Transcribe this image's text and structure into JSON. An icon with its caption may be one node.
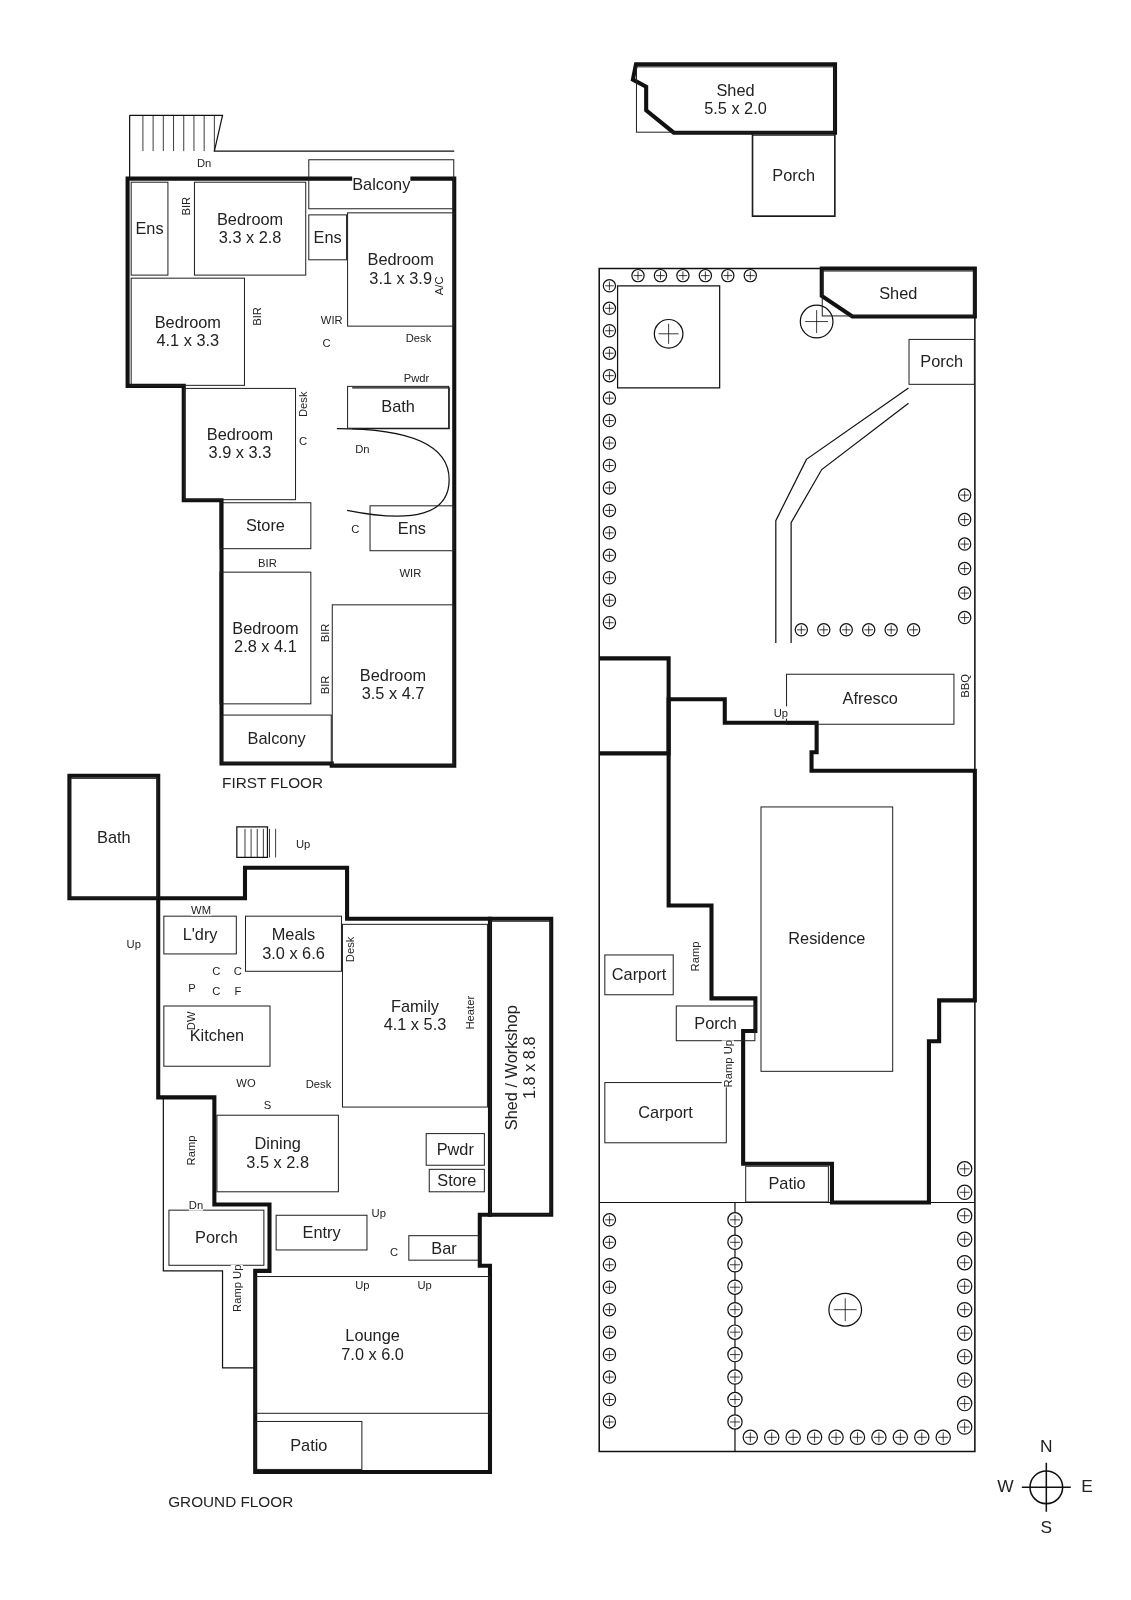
{
  "diagram": {
    "nodes": [
      {
        "text": [
          "Balcony"
        ]
      },
      {
        "text": [
          "Bedroom",
          "3.3 x 2.8"
        ]
      },
      {
        "text": [
          "Ens"
        ]
      },
      {
        "text": [
          "Ens"
        ]
      },
      {
        "text": [
          "Bedroom",
          "3.1 x 3.9"
        ]
      },
      {
        "text": [
          "Bedroom",
          "4.1 x 3.3"
        ]
      },
      {
        "text": [
          "Bath"
        ]
      },
      {
        "text": [
          "Bedroom",
          "3.9 x 3.3"
        ]
      },
      {
        "text": [
          "Ens"
        ]
      },
      {
        "text": [
          "Store"
        ]
      },
      {
        "text": [
          "Bedroom",
          "2.8 x 4.1"
        ]
      },
      {
        "text": [
          "Bedroom",
          "3.5 x 4.7"
        ]
      },
      {
        "text": [
          "Balcony"
        ]
      },
      {
        "text": [
          "Bath"
        ]
      },
      {
        "text": [
          "L'dry"
        ]
      },
      {
        "text": [
          "Meals",
          "3.0 x 6.6"
        ]
      },
      {
        "text": [
          "Family",
          "4.1 x 5.3"
        ]
      },
      {
        "text": [
          "Kitchen"
        ]
      },
      {
        "text": [
          "Dining",
          "3.5 x 2.8"
        ]
      },
      {
        "text": [
          "Pwdr"
        ]
      },
      {
        "text": [
          "Store"
        ]
      },
      {
        "text": [
          "Shed / Workshop",
          "1.8 x 8.8"
        ]
      },
      {
        "text": [
          "Porch"
        ]
      },
      {
        "text": [
          "Entry"
        ]
      },
      {
        "text": [
          "Bar"
        ]
      },
      {
        "text": [
          "Lounge",
          "7.0 x 6.0"
        ]
      },
      {
        "text": [
          "Patio"
        ]
      },
      {
        "text": [
          "Shed",
          "5.5 x 2.0"
        ]
      },
      {
        "text": [
          "Porch"
        ]
      },
      {
        "text": [
          "Shed"
        ]
      },
      {
        "text": [
          "Porch"
        ]
      },
      {
        "text": [
          "Afresco"
        ]
      },
      {
        "text": [
          "Residence"
        ]
      },
      {
        "text": [
          "Carport"
        ]
      },
      {
        "text": [
          "Porch"
        ]
      },
      {
        "text": [
          "Carport"
        ]
      },
      {
        "text": [
          "Patio"
        ]
      }
    ],
    "labels": [
      "Dn",
      "BIR",
      "BIR",
      "WIR",
      "C",
      "A/C",
      "Desk",
      "Pwdr",
      "Desk",
      "C",
      "Dn",
      "C",
      "WIR",
      "BIR",
      "BIR",
      "BIR",
      "FIRST FLOOR",
      "Up",
      "WM",
      "Up",
      "Desk",
      "C",
      "C",
      "P",
      "C",
      "F",
      "DW",
      "Heater",
      "WO",
      "Desk",
      "S",
      "Ramp",
      "Dn",
      "Up",
      "C",
      "Ramp Up",
      "Up",
      "Up",
      "GROUND FLOOR",
      "Up",
      "BBQ",
      "Ramp",
      "Ramp Up",
      "N",
      "W",
      "E",
      "S"
    ]
  }
}
